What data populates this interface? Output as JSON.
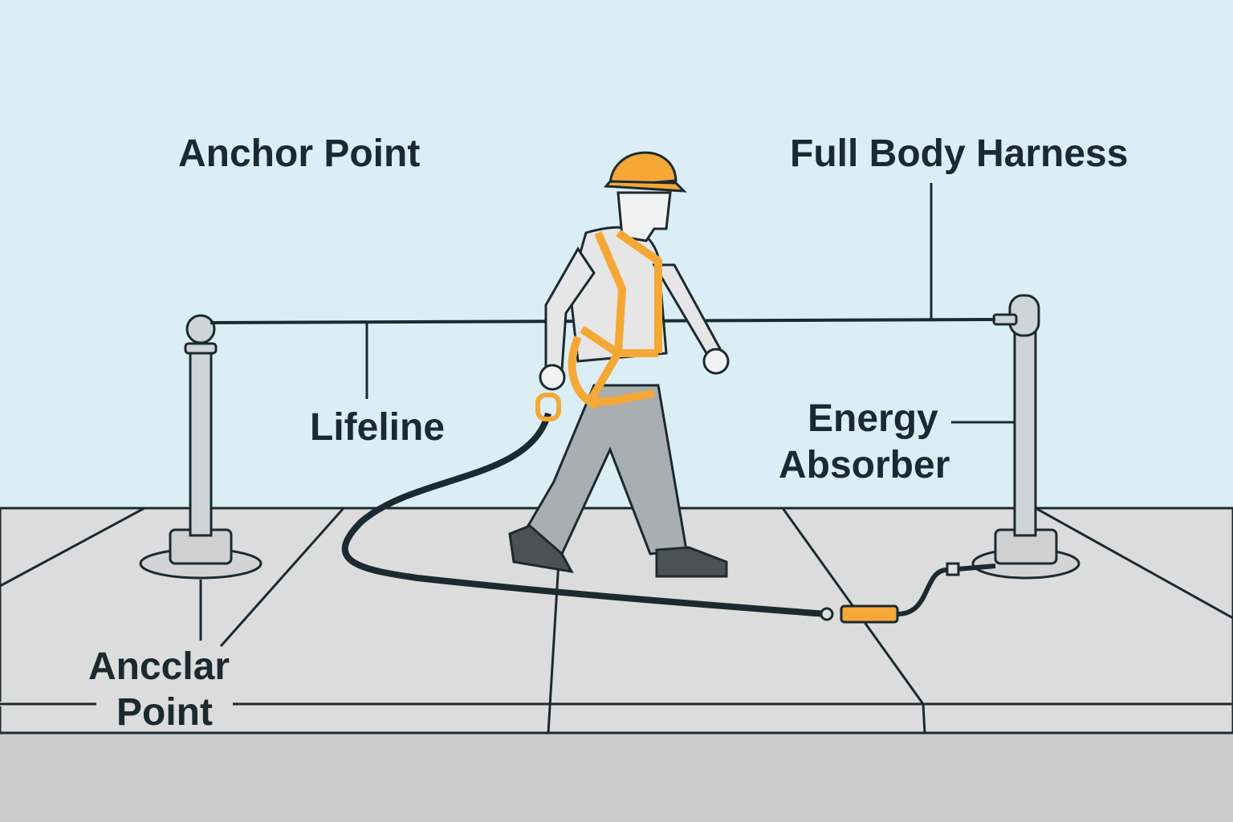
{
  "labels": {
    "anchor_point_top": "Anchor Point",
    "full_body_harness": "Full Body Harness",
    "lifeline": "Lifeline",
    "energy_absorber_line1": "Energy",
    "energy_absorber_line2": "Absorber",
    "anchor_point_bottom_line1": "Ancclar",
    "anchor_point_bottom_line2": "Point"
  },
  "colors": {
    "sky": "#dceef5",
    "floor": "#dcdcdc",
    "curb": "#cbcbcb",
    "safety_orange": "#f5a836",
    "outline": "#1b2a30"
  }
}
